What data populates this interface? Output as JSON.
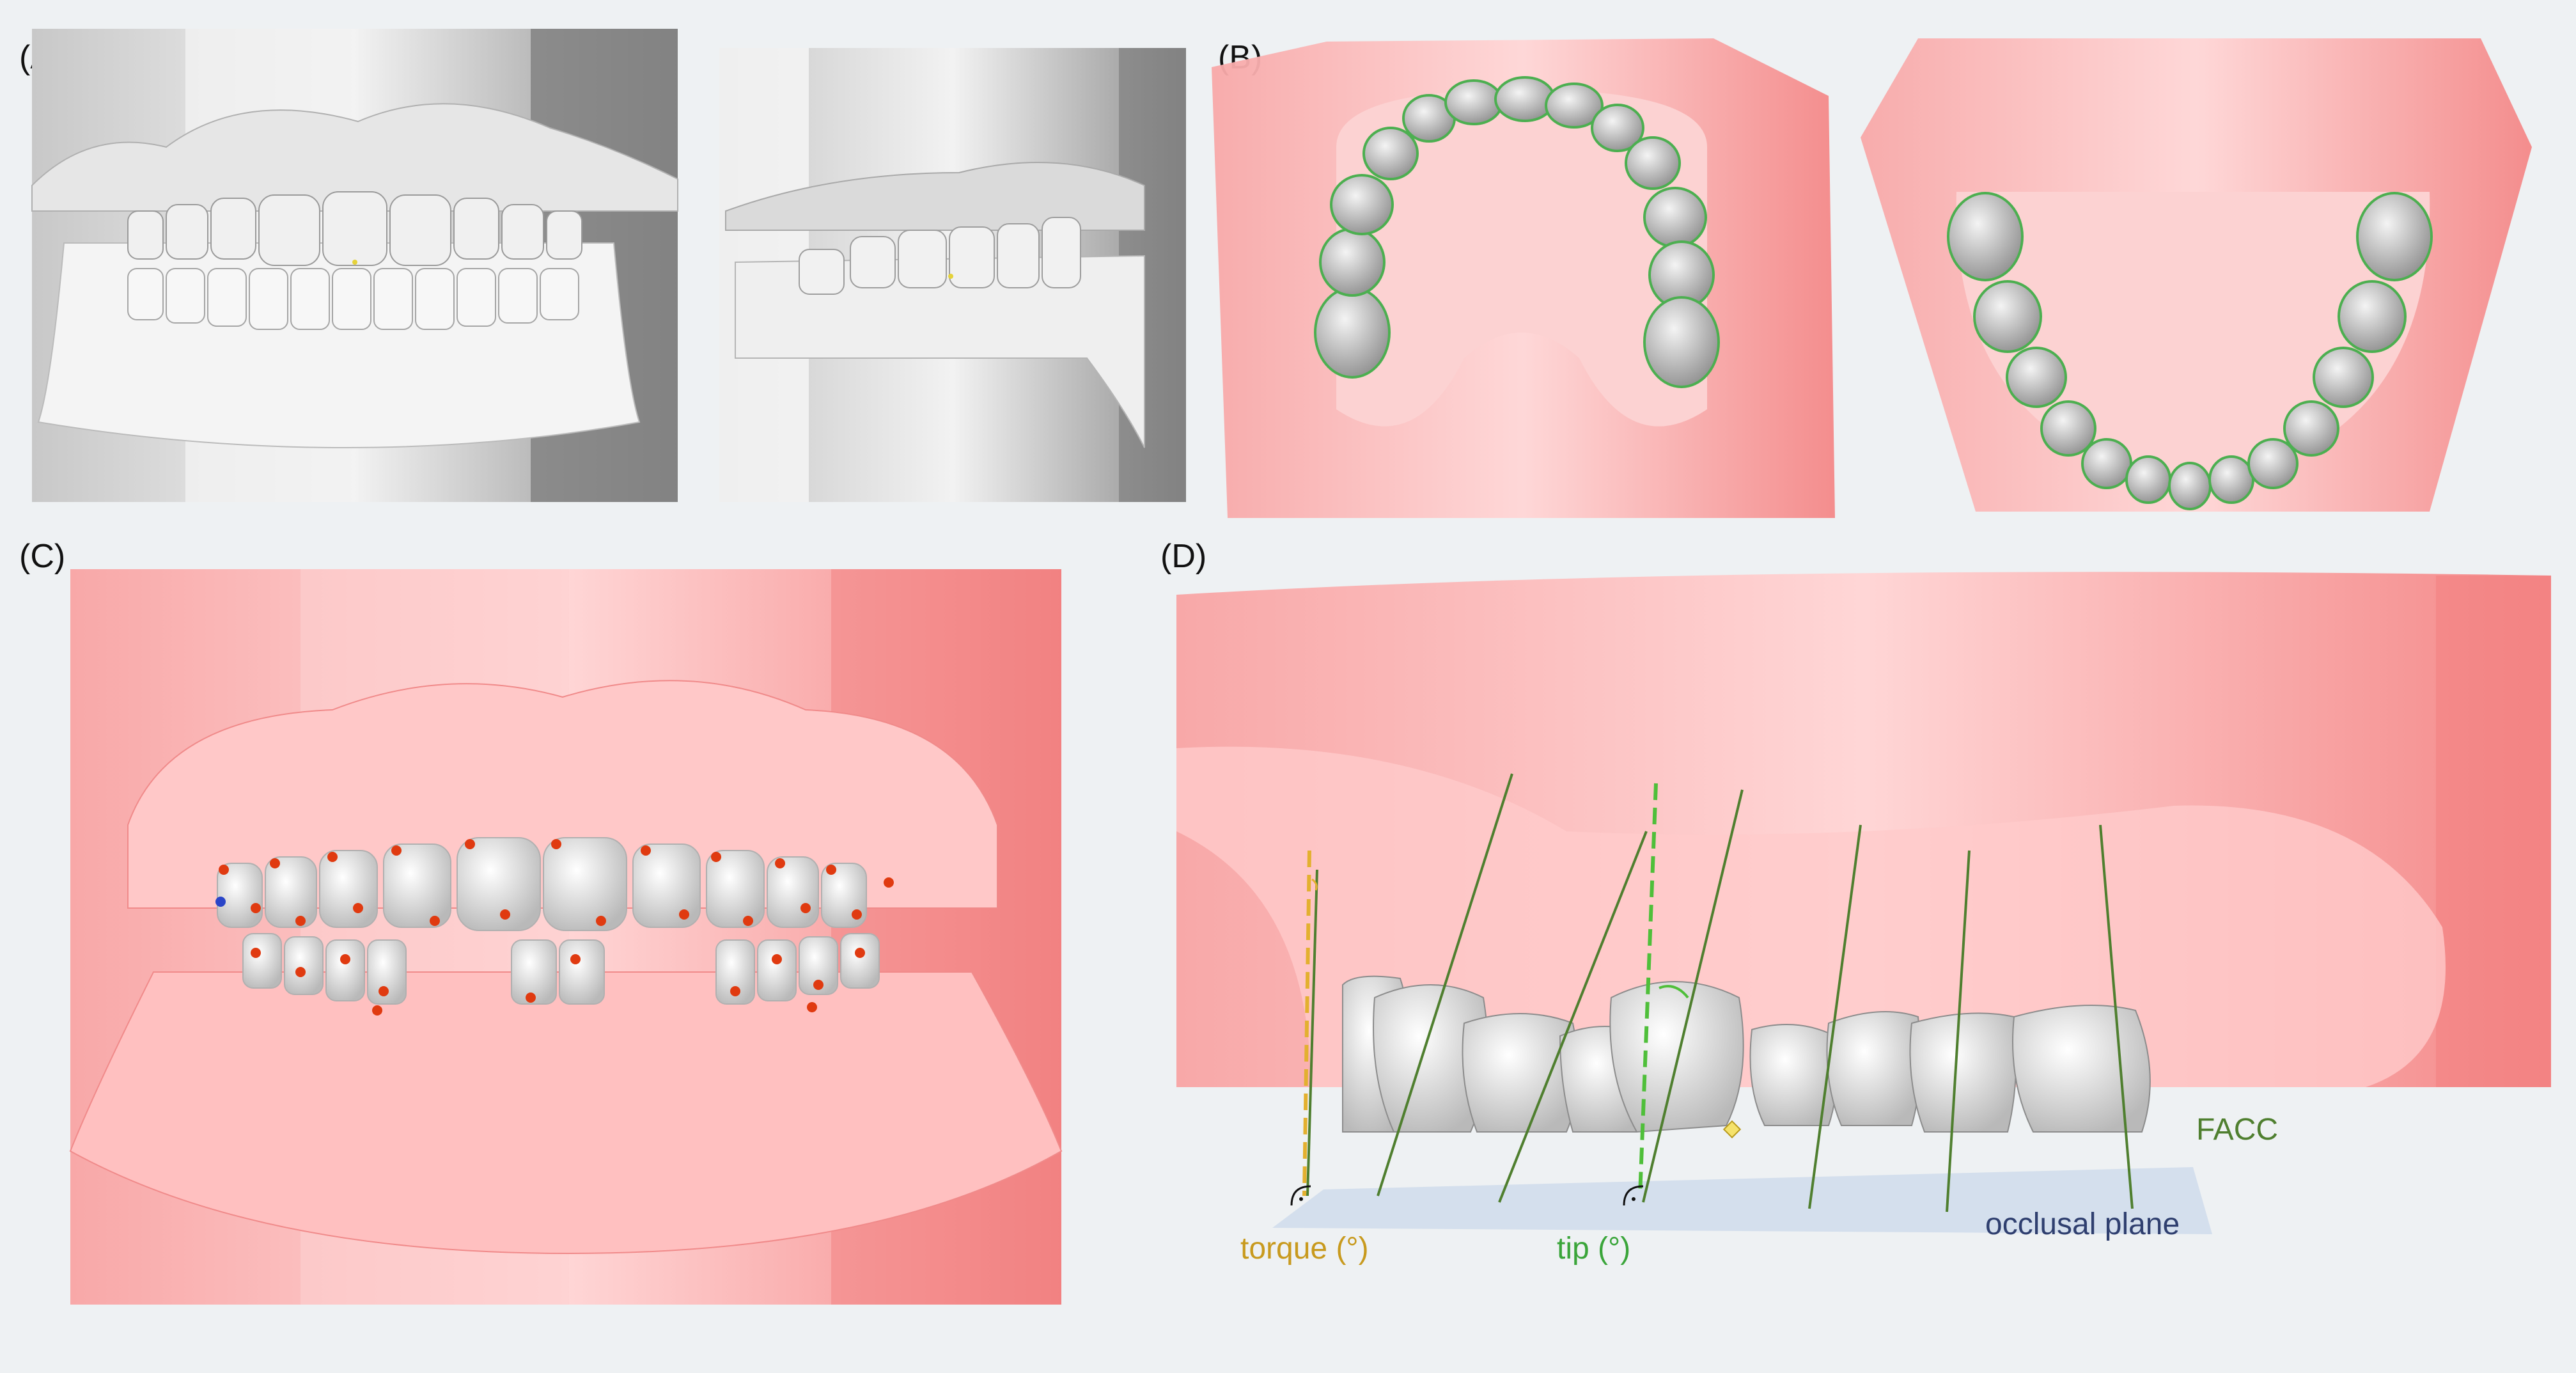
{
  "panels": {
    "a": {
      "label": "(A)"
    },
    "b": {
      "label": "(B)"
    },
    "c": {
      "label": "(C)"
    },
    "d": {
      "label": "(D)"
    }
  },
  "annotations": {
    "torque": "torque (°)",
    "tip": "tip (°)",
    "occlusal_plane": "occlusal plane",
    "facc": "FACC"
  },
  "colors": {
    "background": "#eef1f3",
    "gray_model": "#d6d6d6",
    "pink_model": "#f7a5a5",
    "tooth": "#ececec",
    "segmentation_outline": "#4caf50",
    "landmark_point": "#e03a10",
    "torque_line": "#e3b02f",
    "tip_line": "#4fbf3a",
    "facc_line": "#4f7f2f",
    "occlusal_plane_fill": "#cfdceb",
    "occlusal_plane_text": "#2f3f6f",
    "torque_text": "#c89a1e",
    "tip_text": "#3aa53a",
    "facc_text": "#4f7f2f"
  }
}
